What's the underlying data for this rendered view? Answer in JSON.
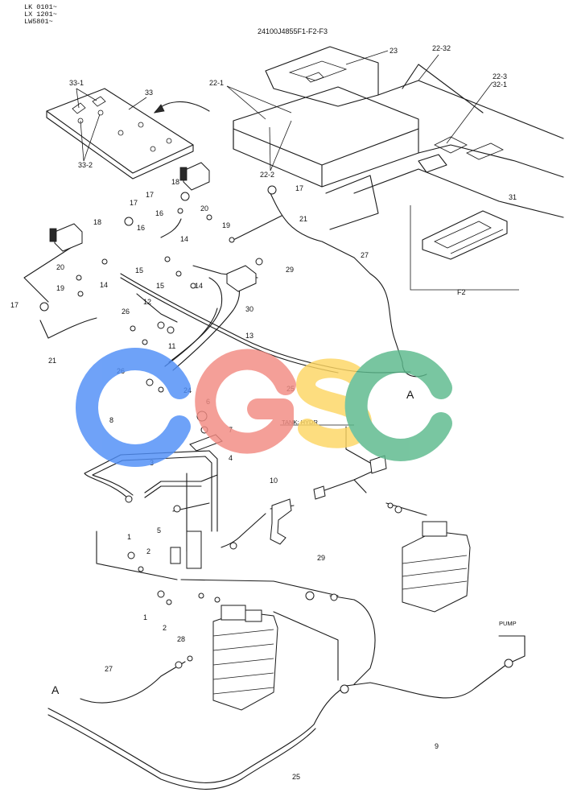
{
  "header": {
    "serials": [
      "LK 0101~",
      "LX 1201~",
      "LW5801~"
    ],
    "drawing_code": "24100J4855F1-F2-F3"
  },
  "callouts": {
    "n23": "23",
    "n22_32": "22-32",
    "n22_3": "22-3",
    "n32_1": "32-1",
    "n33": "33",
    "n33_1": "33-1",
    "n33_2": "33-2",
    "n22_1": "22-1",
    "n22_2": "22-2",
    "n31": "31",
    "f2": "F2",
    "n18a": "18",
    "n18b": "18",
    "n17a": "17",
    "n17b": "17",
    "n17c": "17",
    "n17d": "17",
    "n16a": "16",
    "n16b": "16",
    "n20a": "20",
    "n20b": "20",
    "n19a": "19",
    "n19b": "19",
    "n21a": "21",
    "n21b": "21",
    "n14a": "14",
    "n14b": "14",
    "n14c": "14",
    "n15a": "15",
    "n15b": "15",
    "n27a": "27",
    "n27b": "27",
    "n29a": "29",
    "n29b": "29",
    "n30": "30",
    "n13": "13",
    "n12": "12",
    "n11": "11",
    "n26a": "26",
    "n26b": "26",
    "n24": "24",
    "n25a": "25",
    "n25b": "25",
    "n6": "6",
    "n7": "7",
    "n8": "8",
    "n3": "3",
    "n4": "4",
    "n10": "10",
    "n5": "5",
    "n1a": "1",
    "n1b": "1",
    "n2a": "2",
    "n2b": "2",
    "n28": "28",
    "n9": "9"
  },
  "marks": {
    "a_top": "A",
    "a_bottom": "A"
  },
  "tags": {
    "tank": "TANK: HYDR",
    "pump": "PUMP"
  },
  "watermark": {
    "text": "CGSC",
    "colors": [
      "#4F8EF7",
      "#F28B82",
      "#FDD663",
      "#5BB98C"
    ]
  }
}
